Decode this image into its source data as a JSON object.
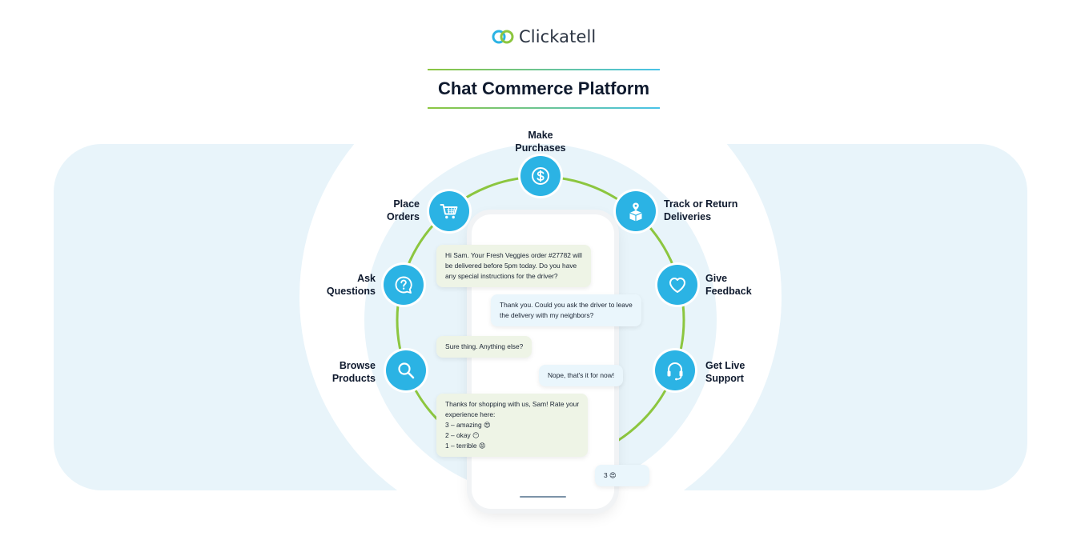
{
  "brand": {
    "name": "Clickatell",
    "ring_color": "#49c3e9",
    "accent_green": "#8cc63f",
    "node_color": "#2bb3e4"
  },
  "title": "Chat Commerce Platform",
  "features": [
    {
      "id": "make-purchases",
      "lines": [
        "Make",
        "Purchases"
      ],
      "icon": "dollar-icon"
    },
    {
      "id": "track-return",
      "lines": [
        "Track or Return",
        "Deliveries"
      ],
      "icon": "delivery-box-icon"
    },
    {
      "id": "give-feedback",
      "lines": [
        "Give",
        "Feedback"
      ],
      "icon": "heart-icon"
    },
    {
      "id": "live-support",
      "lines": [
        "Get Live",
        "Support"
      ],
      "icon": "headset-icon"
    },
    {
      "id": "browse-products",
      "lines": [
        "Browse",
        "Products"
      ],
      "icon": "search-icon"
    },
    {
      "id": "ask-questions",
      "lines": [
        "Ask",
        "Questions"
      ],
      "icon": "question-icon"
    },
    {
      "id": "place-orders",
      "lines": [
        "Place",
        "Orders"
      ],
      "icon": "cart-icon"
    }
  ],
  "chat": [
    {
      "from": "bot",
      "lines": [
        "Hi Sam. Your Fresh Veggies order #27782 will",
        "be delivered before 5pm today. Do you have",
        "any special instructions for the driver?"
      ]
    },
    {
      "from": "user",
      "lines": [
        "Thank you. Could you ask the driver to leave",
        "the delivery with my neighbors?"
      ]
    },
    {
      "from": "bot",
      "lines": [
        "Sure thing. Anything else?"
      ]
    },
    {
      "from": "user",
      "lines": [
        "Nope, that's it for now!"
      ]
    },
    {
      "from": "bot",
      "lines": [
        "Thanks for shopping with us, Sam! Rate your",
        "experience here:",
        "3 – amazing 😍",
        "2 – okay 😶",
        "1 – terrible 😡"
      ]
    },
    {
      "from": "user",
      "lines": [
        "3 😍"
      ]
    }
  ]
}
